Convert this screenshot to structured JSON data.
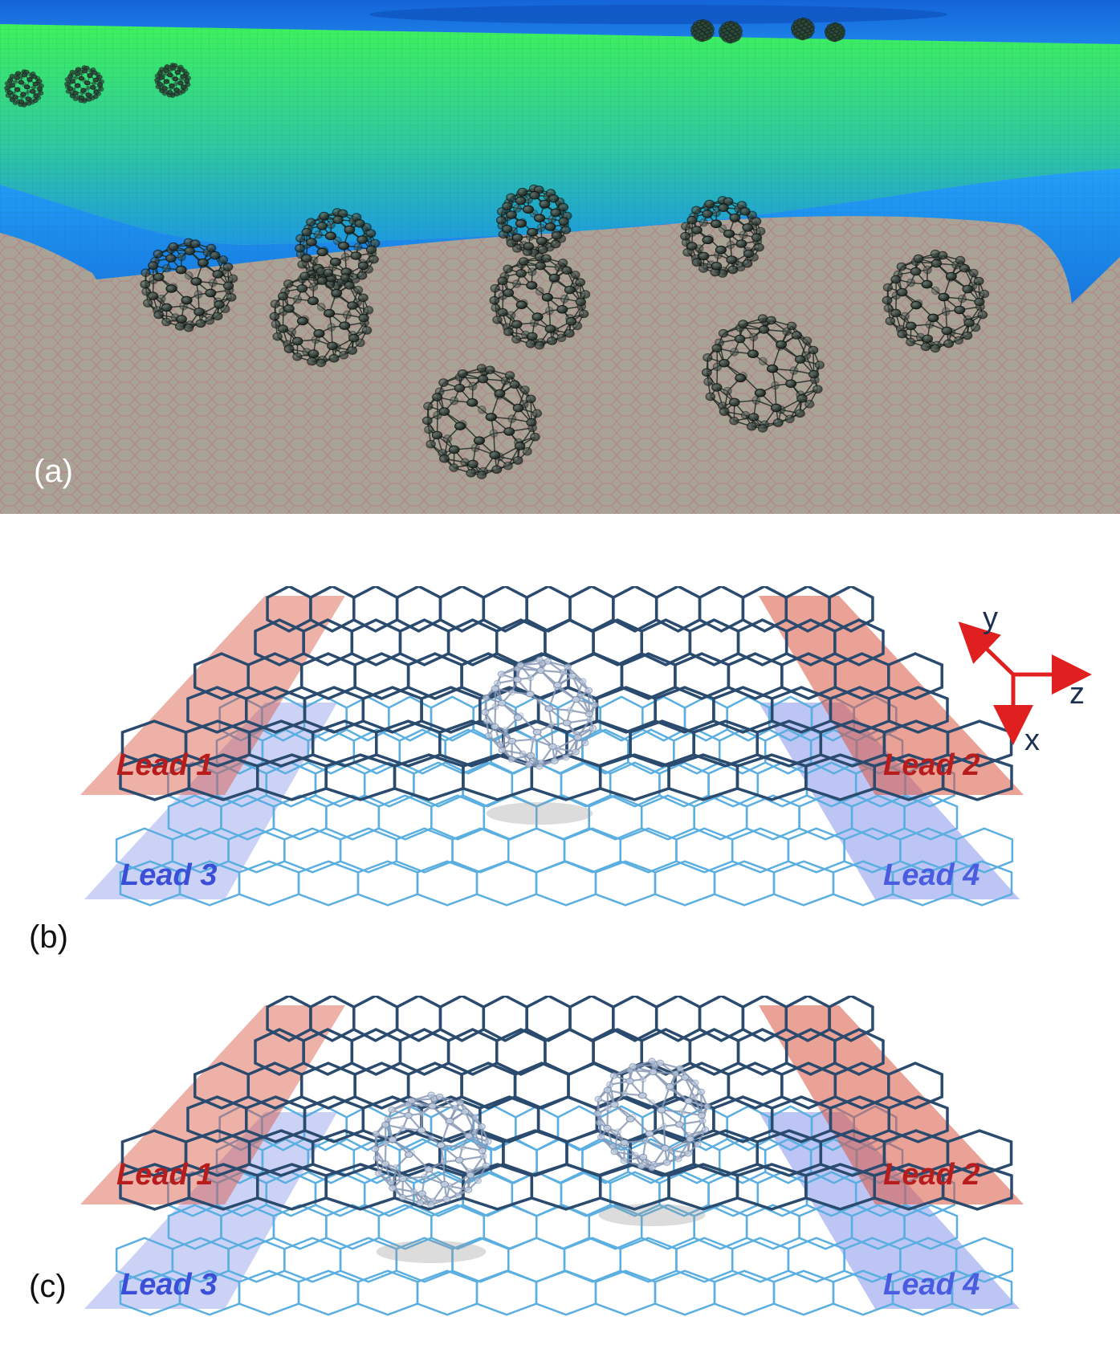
{
  "panels": {
    "a": {
      "label": "(a)"
    },
    "b": {
      "label": "(b)",
      "leads": [
        "Lead 1",
        "Lead 2",
        "Lead 3",
        "Lead 4"
      ]
    },
    "c": {
      "label": "(c)",
      "leads": [
        "Lead 1",
        "Lead 2",
        "Lead 3",
        "Lead 4"
      ]
    }
  },
  "axes": {
    "y": "y",
    "z": "z",
    "x": "x"
  },
  "colors": {
    "top_layer": "#2a4a6e",
    "bottom_layer": "#5aaee0",
    "lead_red": "#d9533f",
    "lead_blue": "#6b7ee6",
    "axis_arrow": "#e02020",
    "axis_text": "#1e3050",
    "slab_blue": "#1e8cf0",
    "slab_green": "#40f060",
    "substrate": "#a8a297",
    "fullerene": "#2a3a34"
  }
}
